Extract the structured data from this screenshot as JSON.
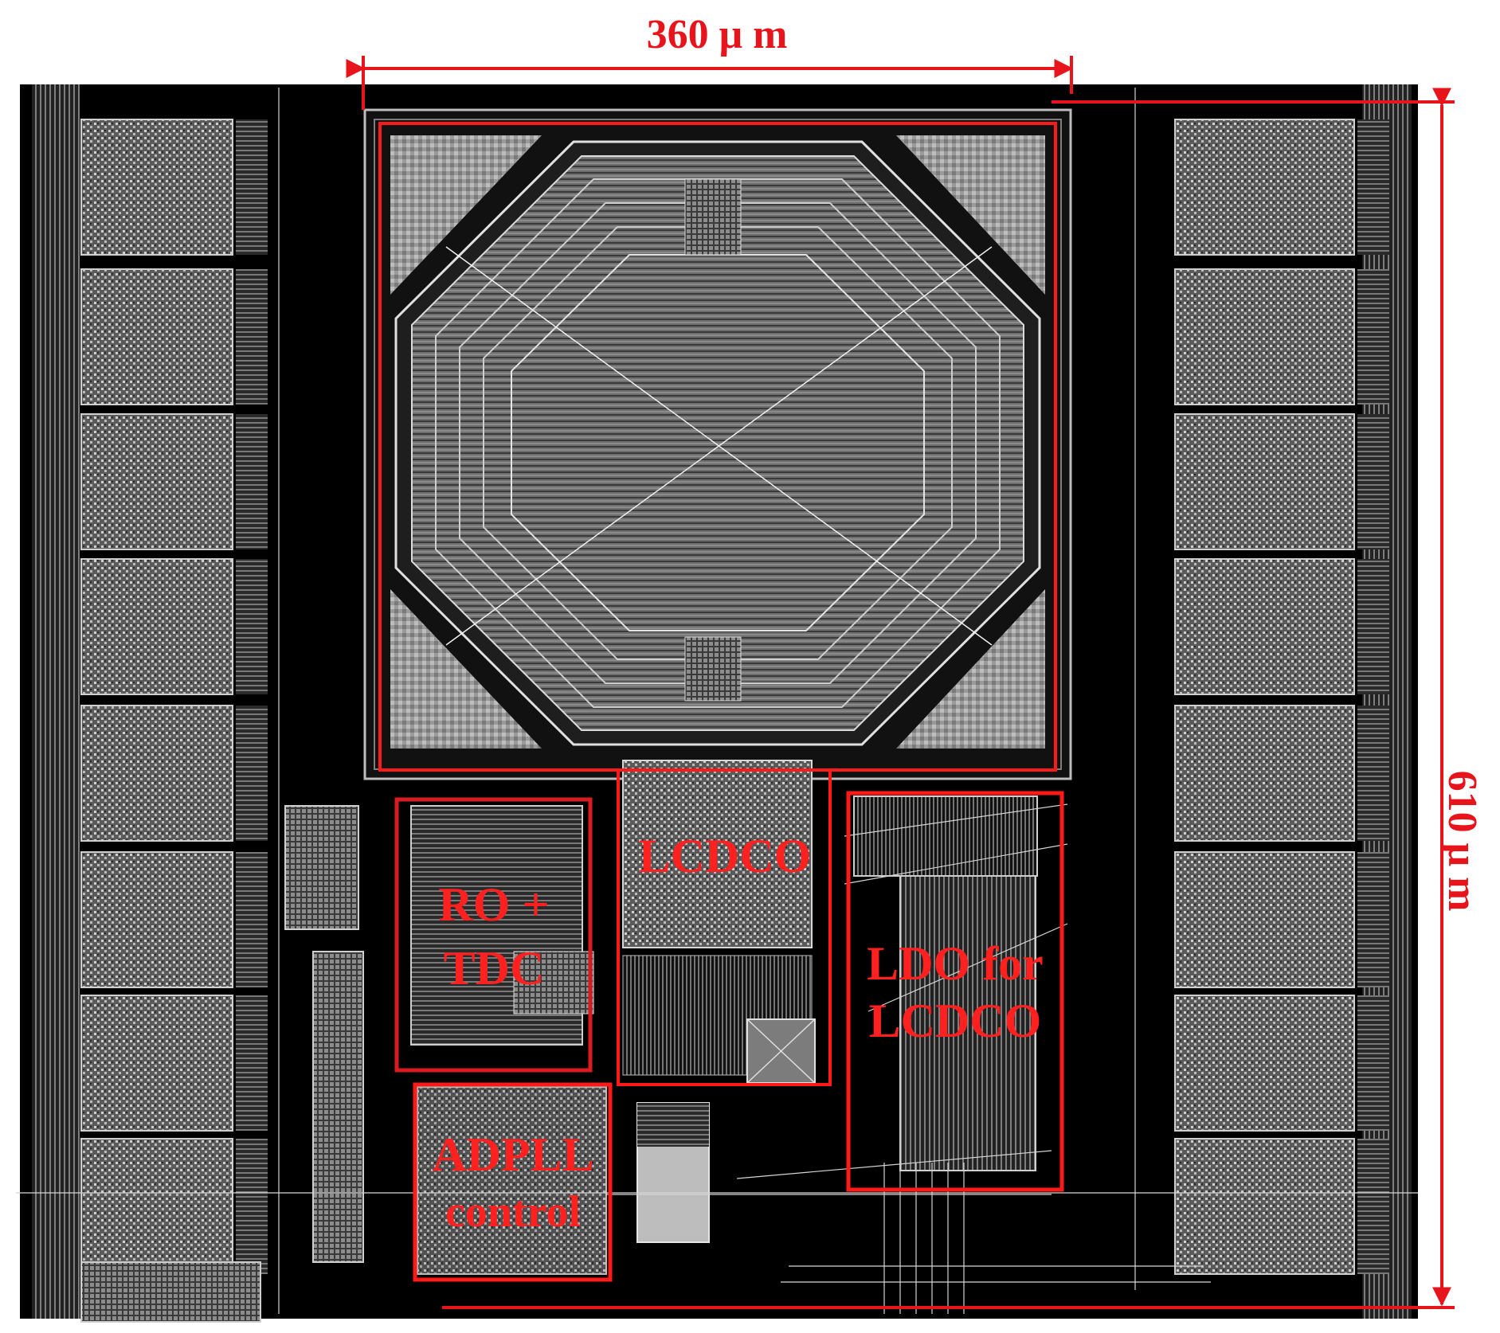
{
  "dimensions": {
    "width_label": "360 μ m",
    "height_label": "610 μ m",
    "annotation_color": "#e8141b"
  },
  "blocks": {
    "lcdco": "LCDCO",
    "ro_tdc_line1": "RO +",
    "ro_tdc_line2": "TDC",
    "ldo_line1": "LDO for",
    "ldo_line2": "LCDCO",
    "adpll_line1": "ADPLL",
    "adpll_line2": "control"
  },
  "colors": {
    "background": "#000000",
    "metal": "#8c8c8c",
    "metal_light": "#c8c8c8",
    "highlight": "#ff2020"
  }
}
